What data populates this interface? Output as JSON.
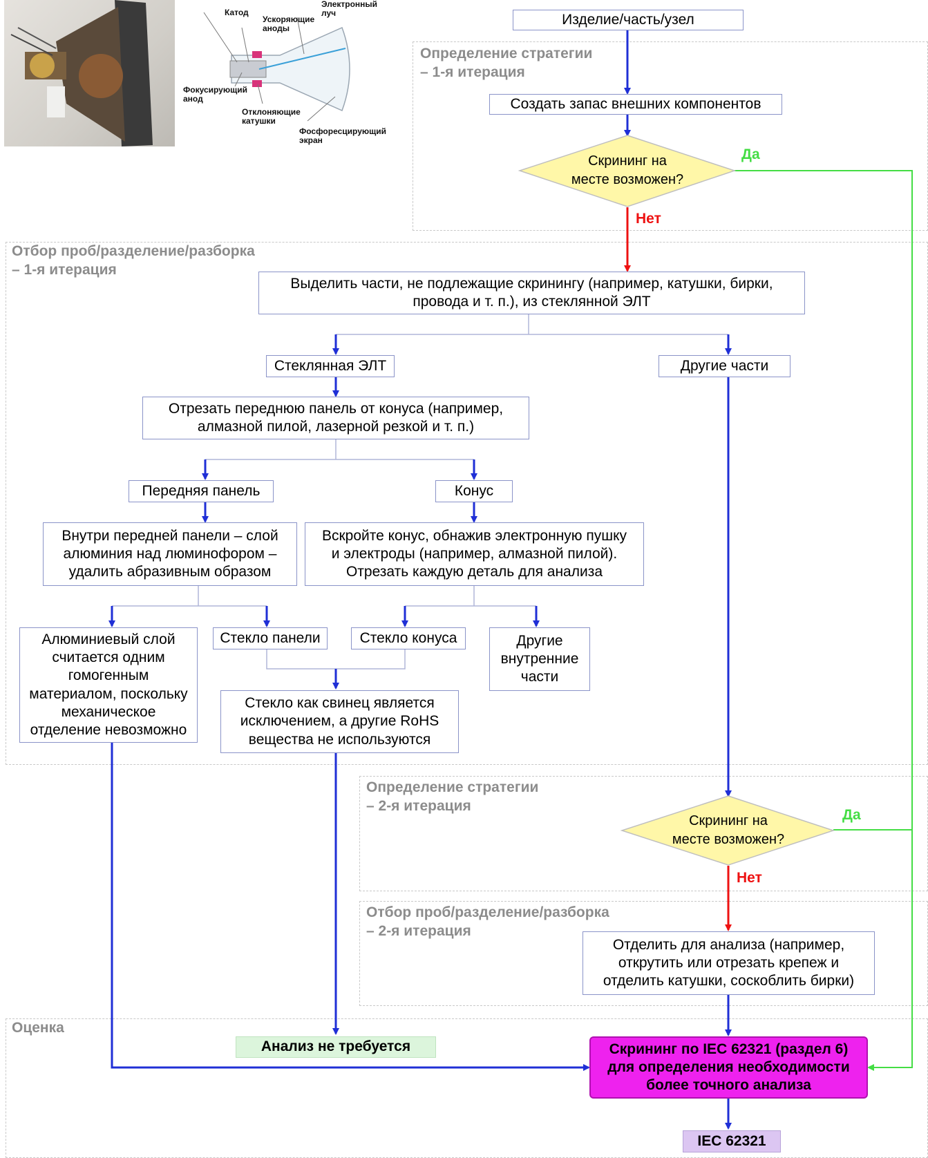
{
  "regions": {
    "strategy1": "Определение стратегии\n– 1-я итерация",
    "sampling1": "Отбор проб/разделение/разборка\n– 1-я итерация",
    "strategy2": "Определение стратегии\n– 2-я итерация",
    "sampling2": "Отбор проб/разделение/разборка\n– 2-я итерация",
    "evaluation": "Оценка"
  },
  "crt": {
    "labels": {
      "cathode": "Катод",
      "accel": "Ускоряющие\nаноды",
      "beam": "Электронный\nлуч",
      "focus": "Фокусирующий\nанод",
      "coils": "Отклоняющие\nкатушки",
      "screen": "Фосфоресцирующий\nэкран"
    }
  },
  "nodes": {
    "product": "Изделие/часть/узел",
    "stock": "Создать запас внешних компонентов",
    "decision1": "Скрининг на\nместе возможен?",
    "separate": "Выделить части, не подлежащие скринингу (например, катушки, бирки,\nпровода и т. п.), из стеклянной ЭЛТ",
    "glass_crt": "Стеклянная ЭЛТ",
    "other_parts": "Другие части",
    "cut_front": "Отрезать переднюю панель от конуса (например,\nалмазной пилой, лазерной резкой и т. п.)",
    "front_panel": "Передняя панель",
    "cone": "Конус",
    "inside_panel": "Внутри передней панели – слой\nалюминия над люминофором –\nудалить абразивным образом",
    "open_cone": "Вскройте конус, обнажив электронную пушку\nи электроды (например, алмазной пилой).\nОтрезать каждую деталь для анализа",
    "al_layer": "Алюминиевый слой\nсчитается одним\nгомогенным\nматериалом, поскольку\nмеханическое\nотделение невозможно",
    "panel_glass": "Стекло панели",
    "cone_glass": "Стекло конуса",
    "other_internal": "Другие\nвнутренние\nчасти",
    "lead_glass": "Стекло как свинец является\nисключением, а другие RoHS\nвещества не используются",
    "decision2": "Скрининг на\nместе возможен?",
    "separate2": "Отделить для анализа (например,\nоткрутить или отрезать крепеж и\nотделить катушки, соскоблить бирки)",
    "no_analysis": "Анализ не требуется",
    "screening": "Скрининг по IEC 62321 (раздел 6)\nдля определения необходимости\nболее точного анализа",
    "iec": "IEC 62321"
  },
  "edge_labels": {
    "yes1": "Да",
    "no1": "Нет",
    "yes2": "Да",
    "no2": "Нет"
  },
  "colors": {
    "flow": "#1f2fd6",
    "no_branch": "#ee1111",
    "yes_branch": "#44dd44",
    "decision_fill": "#fff7a8",
    "no_analysis_fill": "#dcf5dc",
    "screening_fill": "#ee22ee",
    "iec_fill": "#dcc6f2",
    "region_label": "#8c8c8c"
  }
}
